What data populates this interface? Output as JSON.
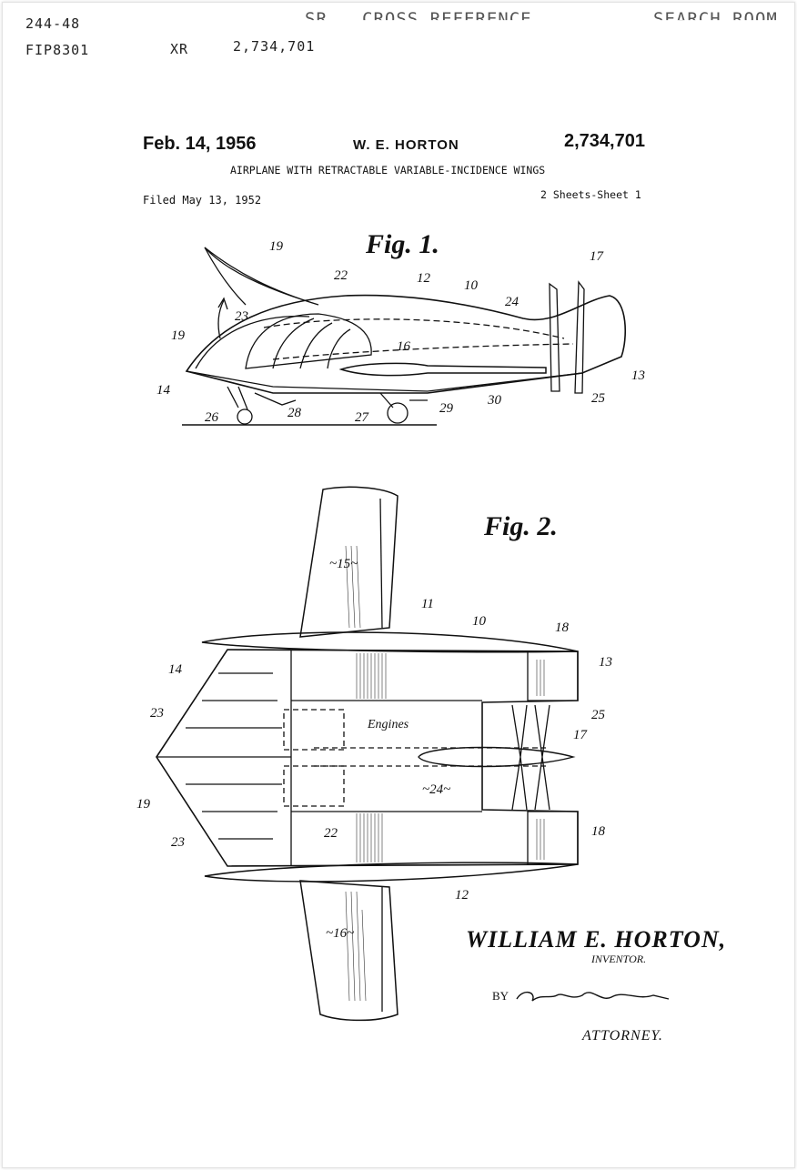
{
  "stamps": {
    "top_left_code": "244-48",
    "file_code": "FIP8301",
    "xr_label": "XR",
    "xr_number": "2,734,701",
    "sr_label": "SR",
    "cross_reference": "CROSS REFERENCE",
    "search_room": "SEARCH ROOM"
  },
  "header": {
    "date": "Feb. 14, 1956",
    "inventor_short": "W. E. HORTON",
    "patent_number": "2,734,701",
    "title": "AIRPLANE WITH RETRACTABLE VARIABLE-INCIDENCE WINGS",
    "filed": "Filed May 13, 1952",
    "sheets": "2 Sheets-Sheet 1"
  },
  "fig1": {
    "label": "Fig. 1.",
    "refs": {
      "r19a": "19",
      "r22": "22",
      "r12": "12",
      "r10": "10",
      "r24": "24",
      "r17": "17",
      "r23": "23",
      "r19b": "19",
      "r16": "16",
      "r14": "14",
      "r13": "13",
      "r25": "25",
      "r30": "30",
      "r29": "29",
      "r27": "27",
      "r28": "28",
      "r26": "26"
    }
  },
  "fig2": {
    "label": "Fig. 2.",
    "engines_label": "Engines",
    "refs": {
      "r15": "~15~",
      "r11": "11",
      "r10": "10",
      "r18a": "18",
      "r14": "14",
      "r13": "13",
      "r23a": "23",
      "r25": "25",
      "r17": "17",
      "r19": "19",
      "r24": "~24~",
      "r23b": "23",
      "r22": "22",
      "r18b": "18",
      "r12": "12",
      "r16": "~16~"
    }
  },
  "signature": {
    "inventor_name": "WILLIAM E. HORTON,",
    "inventor_label": "INVENTOR.",
    "by_label": "BY",
    "attorney_label": "ATTORNEY."
  }
}
